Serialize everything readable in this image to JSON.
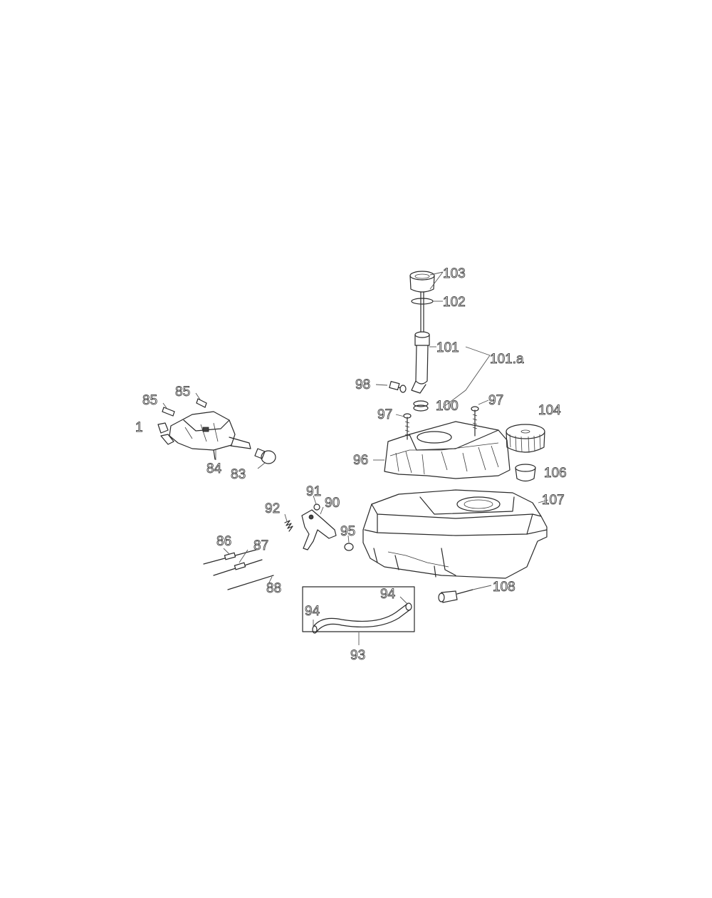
{
  "callouts": {
    "p103": "103",
    "p102": "102",
    "p101": "101",
    "p101a": "101.a",
    "p98": "98",
    "p100": "100",
    "p97_left": "97",
    "p97_right": "97",
    "p104": "104",
    "p96": "96",
    "p106": "106",
    "p107": "107",
    "p85_a": "85",
    "p85_b": "85",
    "p84": "84",
    "p83": "83",
    "p91": "91",
    "p92": "92",
    "p90": "90",
    "p95": "95",
    "p86": "86",
    "p87": "87",
    "p88": "88",
    "p108": "108",
    "p94_left": "94",
    "p94_right": "94",
    "p93": "93",
    "p_edge": "1"
  }
}
